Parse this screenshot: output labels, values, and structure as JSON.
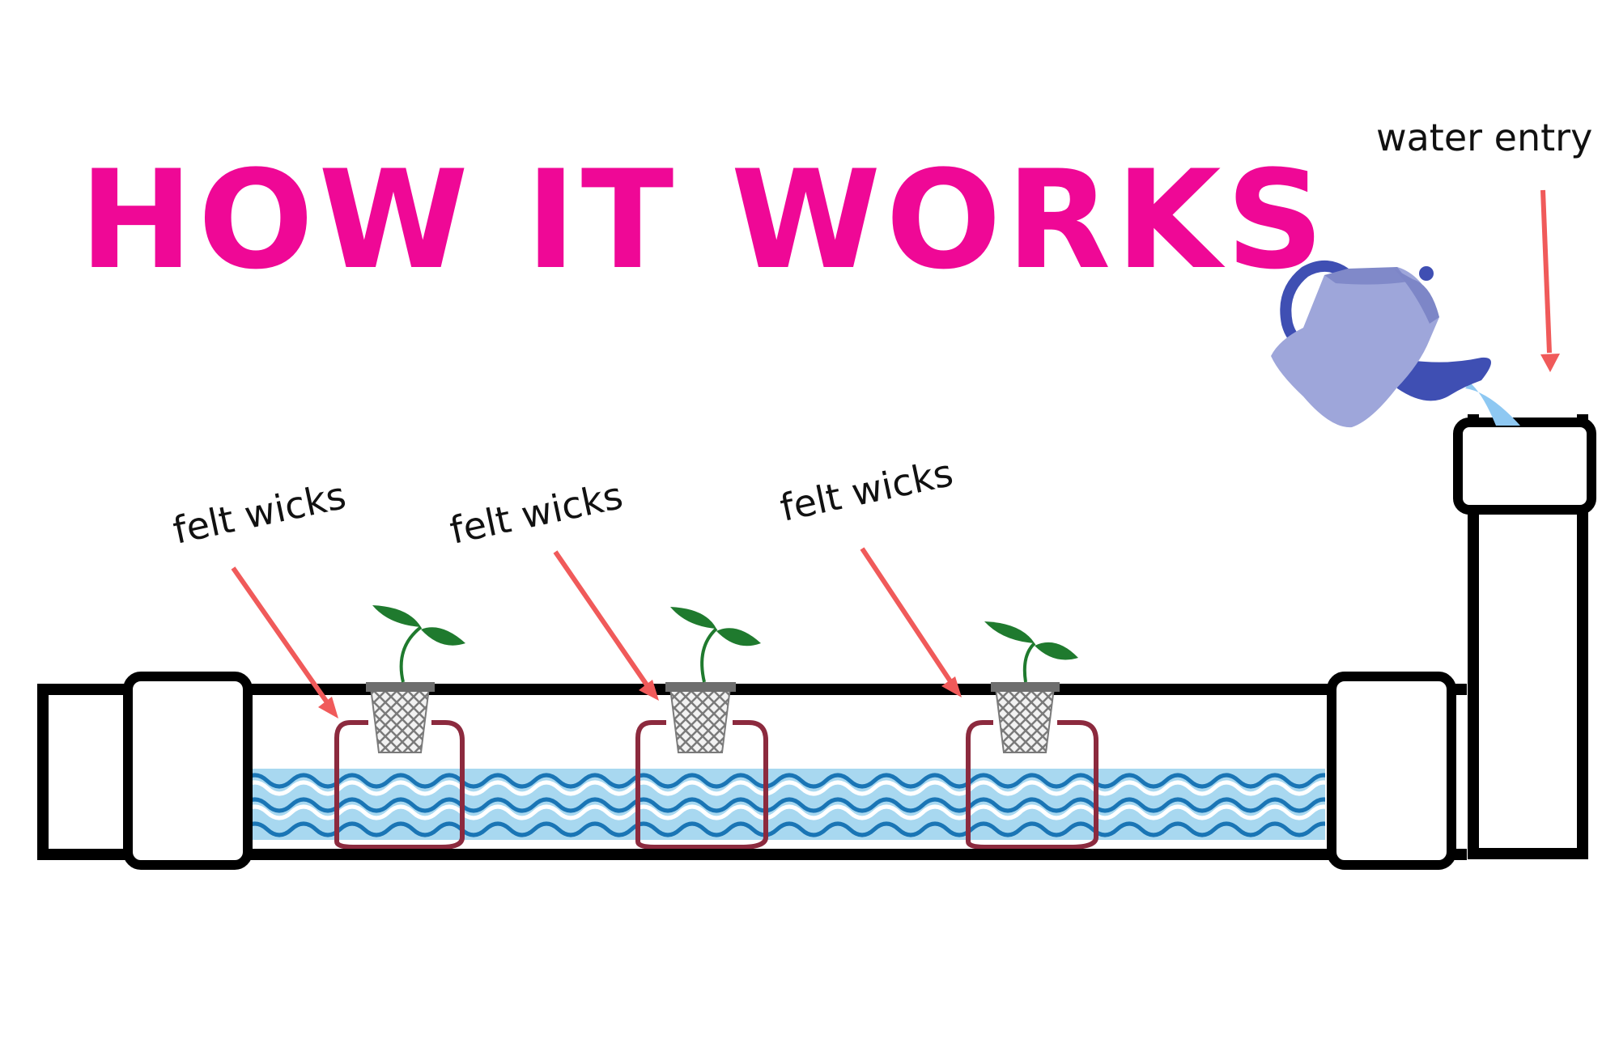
{
  "title": "HOW IT WORKS",
  "labels": {
    "water_entry": "water entry",
    "felt_wicks": [
      "felt wicks",
      "felt wicks",
      "felt wicks"
    ]
  },
  "colors": {
    "title": "#ef0896",
    "arrow": "#f05a5a",
    "pipe_stroke": "#000000",
    "water_fill": "#a8d8f0",
    "water_wave": "#1a75b5",
    "wick": "#8c2a3e",
    "leaf": "#1f7a2e",
    "net_pot": "#7a7a7a",
    "kettle_body": "#9ea6da",
    "kettle_accent": "#3f4fb3",
    "pour_stream": "#8ec8f2"
  },
  "icons": {
    "kettle": "watering-kettle-icon",
    "seedling": "seedling-icon",
    "net_pot": "net-pot-icon"
  }
}
